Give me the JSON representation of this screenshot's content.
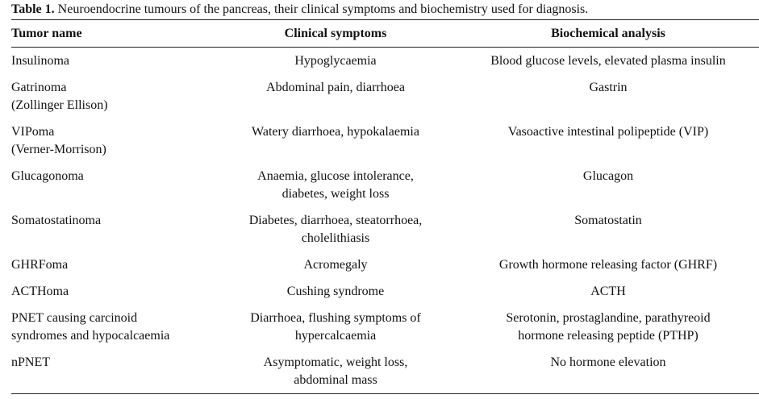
{
  "caption": {
    "label": "Table 1.",
    "text": " Neuroendocrine tumours of the pancreas, their clinical symptoms and biochemistry used for diagnosis."
  },
  "headers": [
    "Tumor name",
    "Clinical symptoms",
    "Biochemical analysis"
  ],
  "rows": [
    {
      "name": [
        "Insulinoma"
      ],
      "symptoms": [
        "Hypoglycaemia"
      ],
      "biochem": [
        "Blood glucose levels, elevated plasma insulin"
      ]
    },
    {
      "name": [
        "Gatrinoma",
        "(Zollinger Ellison)"
      ],
      "symptoms": [
        "Abdominal pain, diarrhoea"
      ],
      "biochem": [
        "Gastrin"
      ]
    },
    {
      "name": [
        "VIPoma",
        "(Verner-Morrison)"
      ],
      "symptoms": [
        "Watery diarrhoea, hypokalaemia"
      ],
      "biochem": [
        "Vasoactive intestinal polipeptide (VIP)"
      ]
    },
    {
      "name": [
        "Glucagonoma"
      ],
      "symptoms": [
        "Anaemia, glucose intolerance,",
        "diabetes, weight loss"
      ],
      "biochem": [
        "Glucagon"
      ]
    },
    {
      "name": [
        "Somatostatinoma"
      ],
      "symptoms": [
        "Diabetes, diarrhoea, steatorrhoea,",
        "cholelithiasis"
      ],
      "biochem": [
        "Somatostatin"
      ]
    },
    {
      "name": [
        "GHRFoma"
      ],
      "symptoms": [
        "Acromegaly"
      ],
      "biochem": [
        "Growth hormone releasing factor (GHRF)"
      ]
    },
    {
      "name": [
        "ACTHoma"
      ],
      "symptoms": [
        "Cushing syndrome"
      ],
      "biochem": [
        "ACTH"
      ]
    },
    {
      "name": [
        "PNET causing carcinoid",
        "syndromes and hypocalcaemia"
      ],
      "symptoms": [
        "Diarrhoea, flushing symptoms of",
        "hypercalcaemia"
      ],
      "biochem": [
        "Serotonin, prostaglandine, parathyreoid",
        "hormone releasing peptide (PTHP)"
      ]
    },
    {
      "name": [
        "nPNET"
      ],
      "symptoms": [
        "Asymptomatic, weight loss,",
        "abdominal mass"
      ],
      "biochem": [
        "No hormone elevation"
      ]
    }
  ]
}
